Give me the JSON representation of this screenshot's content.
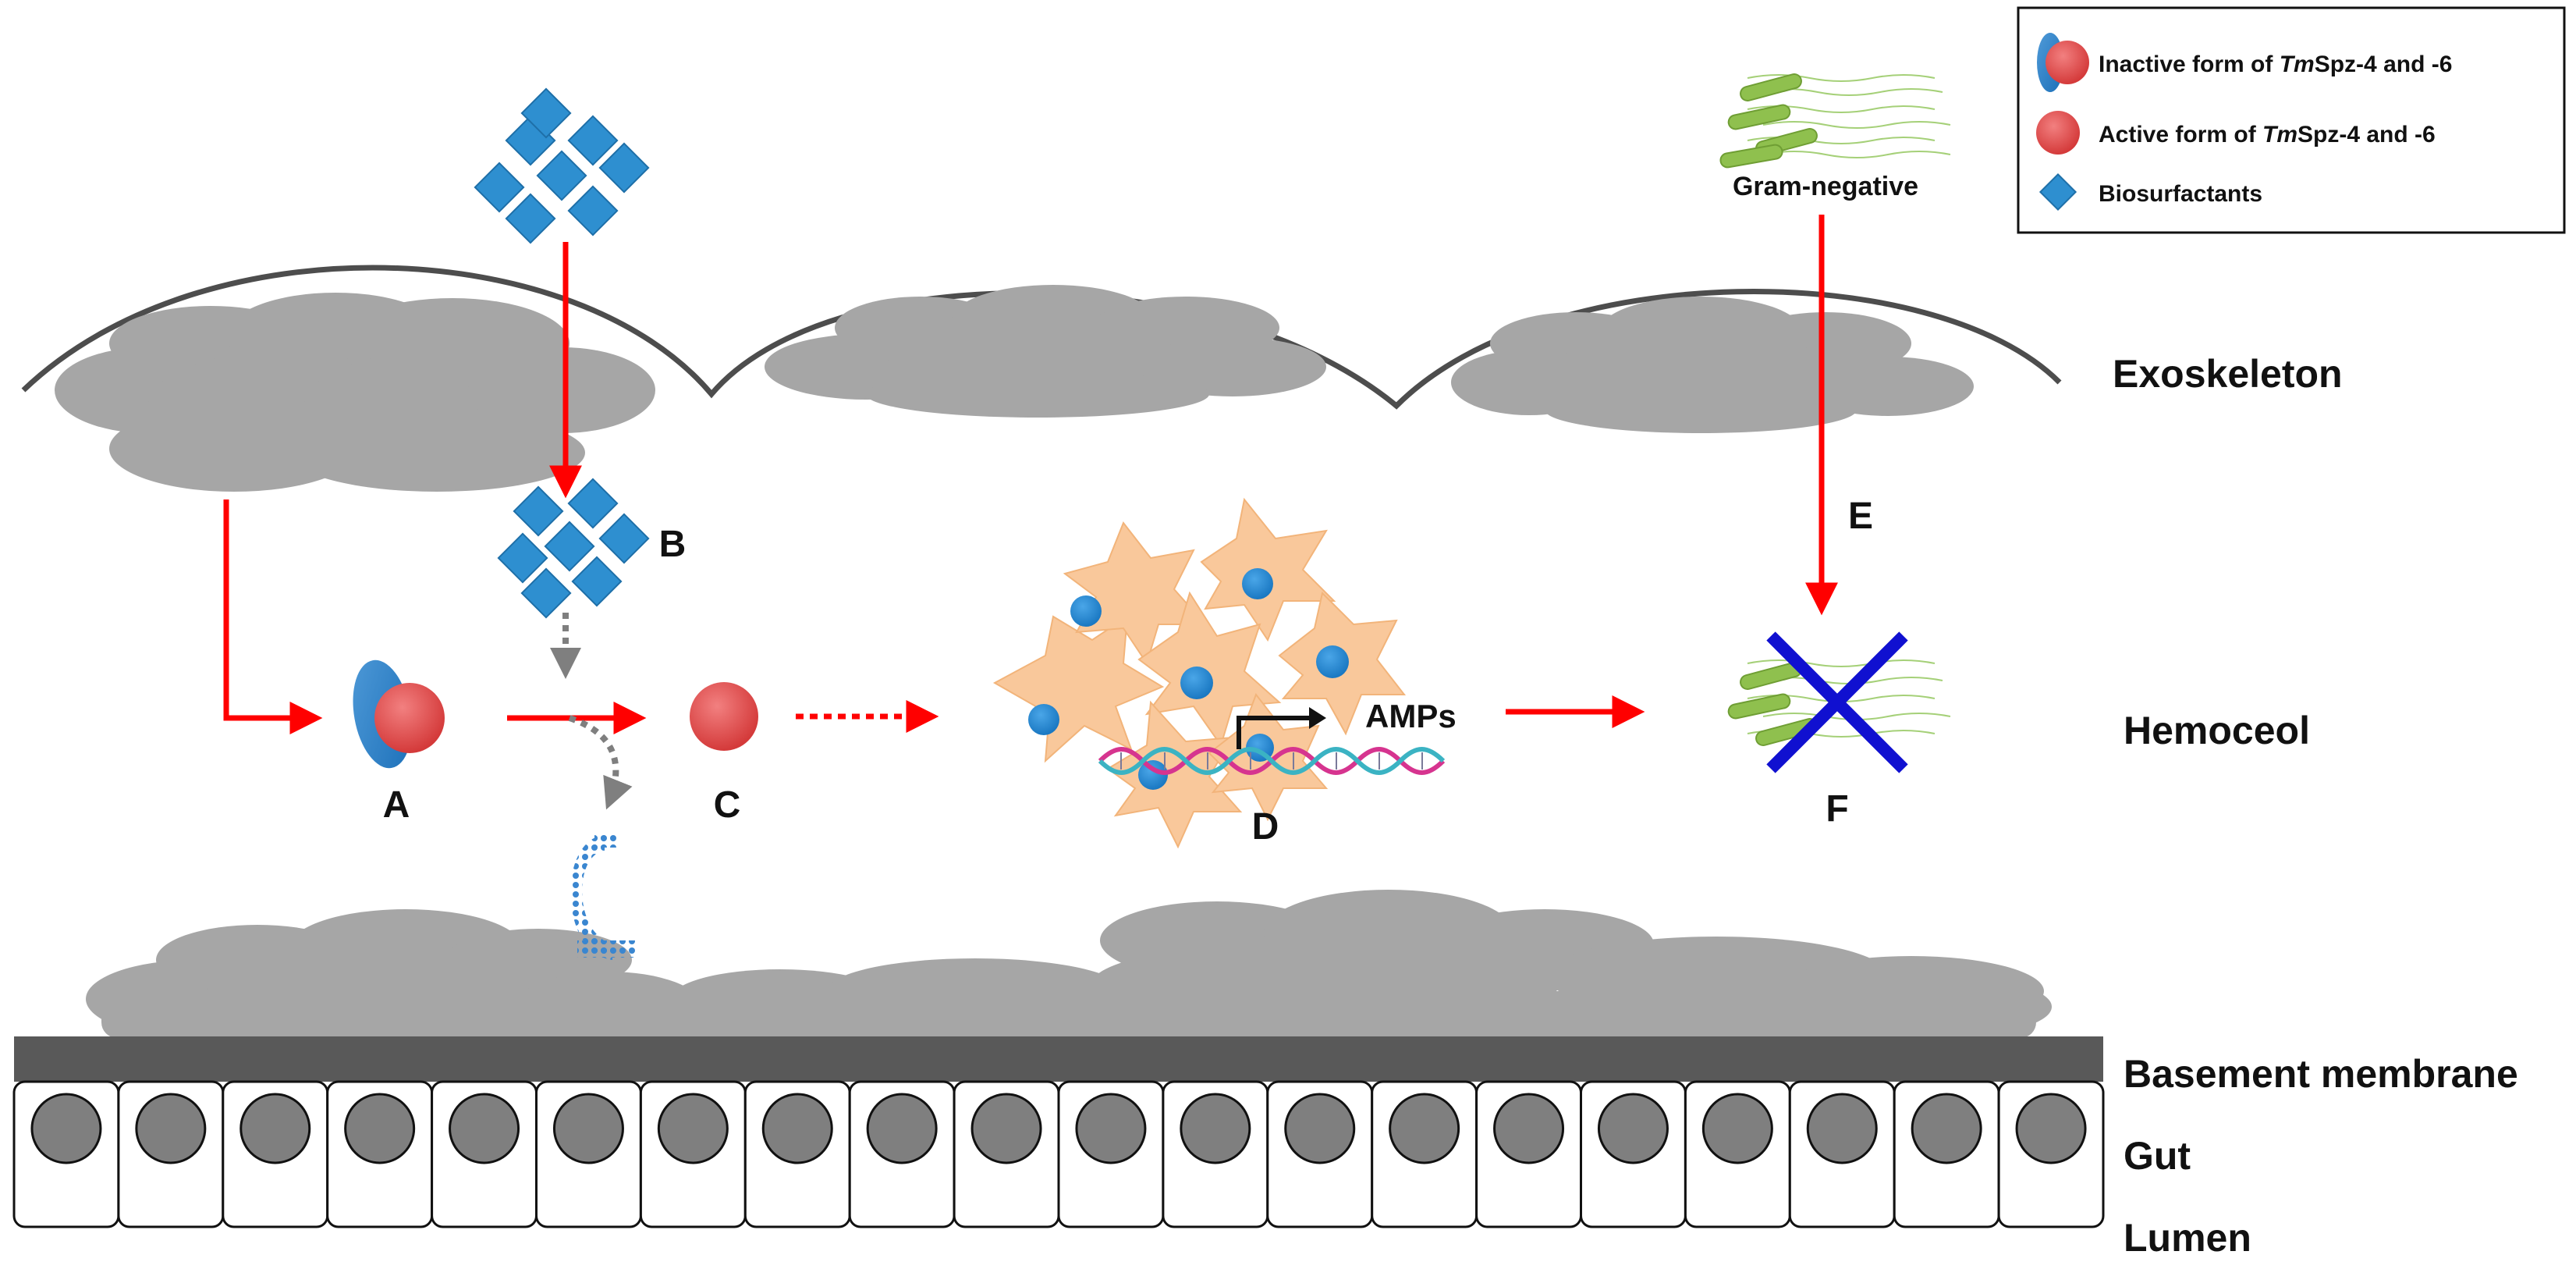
{
  "legend": {
    "items": [
      {
        "icon": "inactive-spz-icon",
        "prefix": "Inactive form of ",
        "italic": "Tm",
        "suffix": "Spz-4 and -6"
      },
      {
        "icon": "active-spz-icon",
        "prefix": "Active form of ",
        "italic": "Tm",
        "suffix": "Spz-4 and -6"
      },
      {
        "icon": "biosurfactant-icon",
        "prefix": "Biosurfactants",
        "italic": "",
        "suffix": ""
      }
    ]
  },
  "regions": {
    "exoskeleton": "Exoskeleton",
    "hemoceol": "Hemoceol",
    "basement_membrane": "Basement membrane",
    "gut": "Gut",
    "lumen": "Lumen"
  },
  "markers": {
    "a": "A",
    "b": "B",
    "c": "C",
    "d": "D",
    "e": "E",
    "f": "F"
  },
  "bacteria_label": "Gram-negative",
  "amps_label": "AMPs",
  "colors": {
    "arrow_red": "#ff0000",
    "arrow_gray": "#7f7f7f",
    "cloud_gray": "#a6a6a6",
    "membrane": "#595959",
    "nucleus": "#7f7f7f",
    "diamond_blue": "#2e8fd0",
    "spz_red": "#e34c4c",
    "spz_blue": "#2f82c8",
    "hemocyte": "#f9c89b",
    "bacteria_green": "#8fc04e",
    "cross_blue": "#1010d0",
    "dna_pink": "#d6348f",
    "dna_teal": "#3bb3c3"
  }
}
